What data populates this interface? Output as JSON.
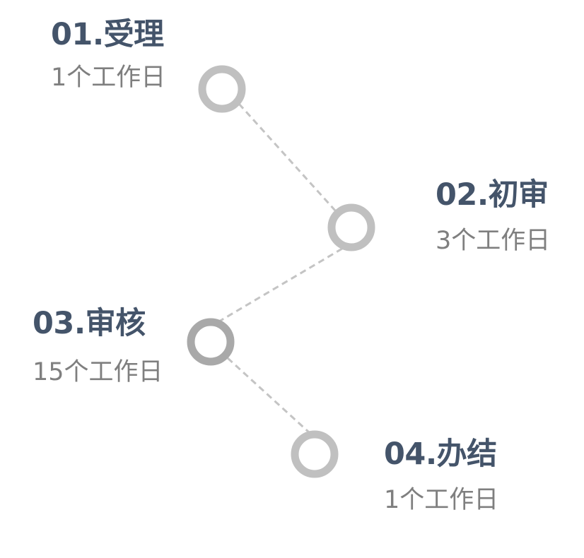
{
  "steps": [
    {
      "title": "01.受理",
      "duration": "1个工作日"
    },
    {
      "title": "02.初审",
      "duration": "3个工作日"
    },
    {
      "title": "03.审核",
      "duration": "15个工作日"
    },
    {
      "title": "04.办结",
      "duration": "1个工作日"
    }
  ],
  "colors": {
    "title": "#44546a",
    "duration": "#7f7f7f",
    "node_light": "#c0c0c0",
    "node_dark": "#a9a9a9",
    "connector": "#c4c4c4"
  }
}
